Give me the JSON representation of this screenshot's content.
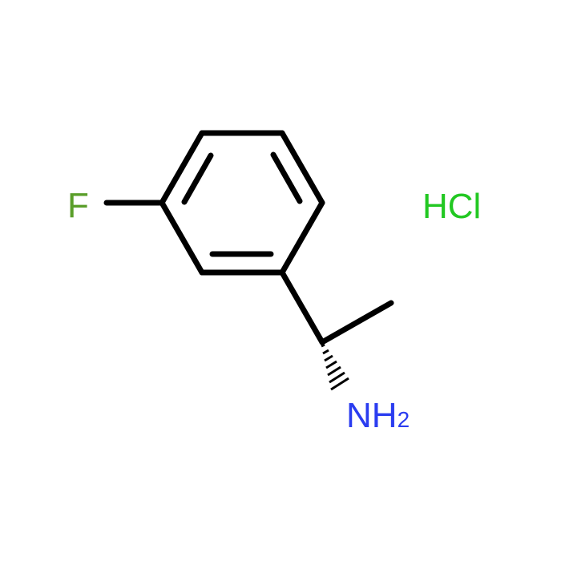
{
  "structure": {
    "atoms": {
      "fluorine": "F",
      "amine": "NH",
      "amine_subscript": "2"
    },
    "salt": "HCl"
  },
  "colors": {
    "bond": "#000000",
    "fluorine": "#5a9e2a",
    "chlorine_salt": "#22c822",
    "nitrogen": "#2a3cf0"
  }
}
